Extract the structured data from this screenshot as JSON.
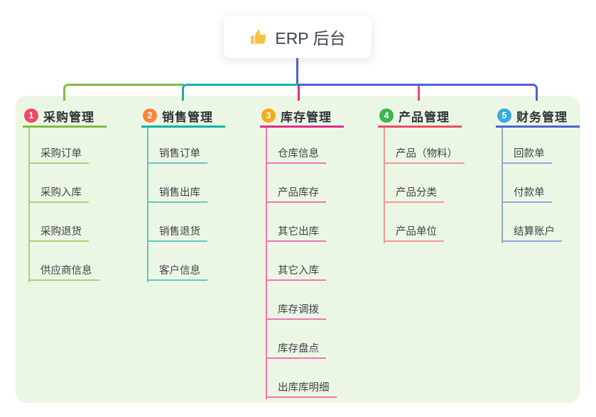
{
  "root": {
    "title": "ERP 后台",
    "icon": "thumbs-up-icon"
  },
  "colors": {
    "canvas": "#FFFFFF",
    "panel_background": "#EBF7E4",
    "trunk_blue": "#4C62D6",
    "text_dark": "#2F3338",
    "child_text": "#3F4347",
    "root_icon_gold": "#F7C243"
  },
  "branches": [
    {
      "num": "1",
      "label": "采购管理",
      "line_color": "#82BB42",
      "child_line_color": "#A9D075",
      "badge_color": "#EC4A67",
      "children": [
        "采购订单",
        "采购入库",
        "采购退货",
        "供应商信息"
      ]
    },
    {
      "num": "2",
      "label": "销售管理",
      "line_color": "#12B2A6",
      "child_line_color": "#63C7BF",
      "badge_color": "#F6863C",
      "children": [
        "销售订单",
        "销售出库",
        "销售退货",
        "客户信息"
      ]
    },
    {
      "num": "3",
      "label": "库存管理",
      "line_color": "#DE2C87",
      "child_line_color": "#F075B5",
      "badge_color": "#F8A81E",
      "children": [
        "仓库信息",
        "产品库存",
        "其它出库",
        "其它入库",
        "库存调拨",
        "库存盘点",
        "出库库明细"
      ]
    },
    {
      "num": "4",
      "label": "产品管理",
      "line_color": "#EA4C62",
      "child_line_color": "#F59A94",
      "badge_color": "#3DB550",
      "children": [
        "产品（物料）",
        "产品分类",
        "产品单位"
      ]
    },
    {
      "num": "5",
      "label": "财务管理",
      "line_color": "#4C62D6",
      "child_line_color": "#93A6DE",
      "badge_color": "#38ACE2",
      "children": [
        "回款单",
        "付款单",
        "结算账户"
      ]
    }
  ]
}
